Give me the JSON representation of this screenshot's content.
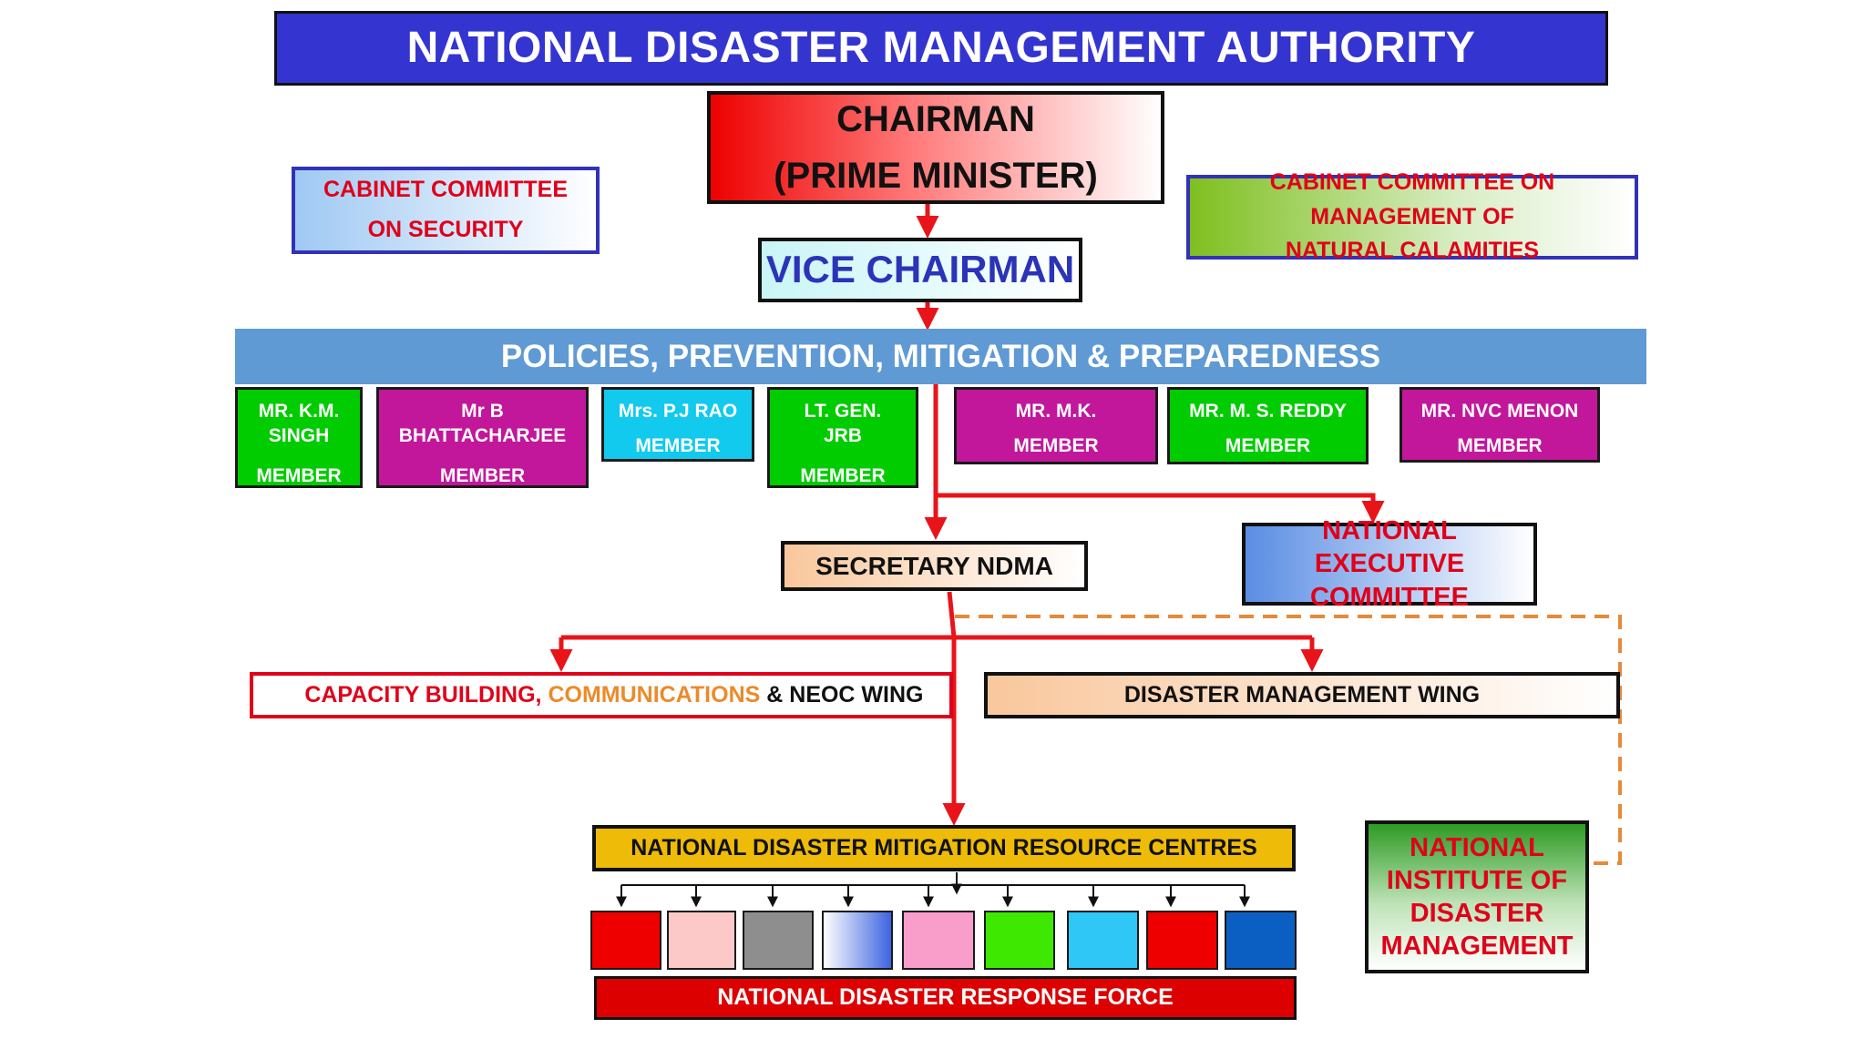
{
  "title": "NATIONAL DISASTER MANAGEMENT AUTHORITY",
  "chairman": {
    "line1": "CHAIRMAN",
    "line2": "(PRIME MINISTER)"
  },
  "cabinet_security": {
    "line1": "CABINET COMMITTEE",
    "line2": "ON SECURITY"
  },
  "cabinet_calamities": {
    "line1": "CABINET COMMITTEE ON MANAGEMENT OF",
    "line2": "NATURAL CALAMITIES"
  },
  "vice_chairman": "VICE CHAIRMAN",
  "policies": "POLICIES, PREVENTION, MITIGATION & PREPAREDNESS",
  "members": [
    {
      "name": [
        "MR. K.M.",
        "SINGH"
      ],
      "role": "MEMBER",
      "color": "#00cc00"
    },
    {
      "name": [
        "Mr B",
        "BHATTACHARJEE"
      ],
      "role": "MEMBER",
      "color": "#c2179b"
    },
    {
      "name": [
        "Mrs. P.J RAO"
      ],
      "role": "MEMBER",
      "color": "#12c9ee"
    },
    {
      "name": [
        "LT. GEN.",
        "JRB"
      ],
      "role": "MEMBER",
      "color": "#00cc00"
    },
    {
      "name": [
        "MR. M.K."
      ],
      "role": "MEMBER",
      "color": "#c2179b"
    },
    {
      "name": [
        "MR. M. S. REDDY"
      ],
      "role": "MEMBER",
      "color": "#00cc00"
    },
    {
      "name": [
        "MR. NVC MENON"
      ],
      "role": "MEMBER",
      "color": "#c2179b"
    }
  ],
  "secretary": "SECRETARY NDMA",
  "nec": {
    "line1": "NATIONAL EXECUTIVE",
    "line2": "COMMITTEE"
  },
  "capacity_wing": {
    "part1": "CAPACITY BUILDING, ",
    "part2": "COMMUNICATIONS",
    "part3": " & NEOC WING"
  },
  "dm_wing": "DISASTER MANAGEMENT WING",
  "ndmrc": "NATIONAL DISASTER MITIGATION RESOURCE CENTRES",
  "nidm": {
    "line1": "NATIONAL",
    "line2": "INSTITUTE OF",
    "line3": "DISASTER",
    "line4": "MANAGEMENT"
  },
  "ndrf": "NATIONAL DISASTER RESPONSE FORCE",
  "battalion_colors": [
    "#ee0000",
    "#fcc8c8",
    "#8e8e8e",
    "linear-gradient(90deg,#ffffff,#3d64e0)",
    "#f99ecb",
    "#3fe800",
    "#2ec7f6",
    "#ee0000",
    "#0c5fc2"
  ],
  "colors": {
    "arrow": "#e8141a",
    "dashed_link": "#e58a3a",
    "title_bg": "#3434d0",
    "policies_bg": "#5f9ad5",
    "ndrf_bg": "#dc0000",
    "ndmrc_bg": "#eebb08"
  }
}
